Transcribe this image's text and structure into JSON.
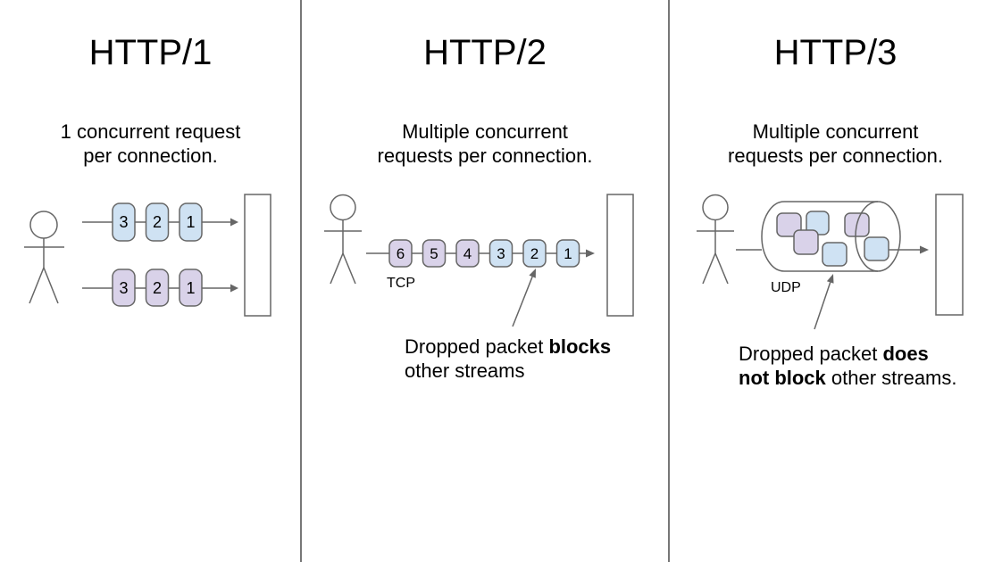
{
  "colors": {
    "packet_blue": "#cfe2f3",
    "packet_purple": "#d9d2e9",
    "line_gray": "#666666",
    "divider_gray": "#777777",
    "text_black": "#000000"
  },
  "columns": [
    {
      "title": "HTTP/1",
      "subtitle_line1": "1 concurrent request",
      "subtitle_line2": "per connection.",
      "rows": [
        {
          "color": "packet_blue",
          "packets": [
            "3",
            "2",
            "1"
          ]
        },
        {
          "color": "packet_purple",
          "packets": [
            "3",
            "2",
            "1"
          ]
        }
      ]
    },
    {
      "title": "HTTP/2",
      "subtitle_line1": "Multiple concurrent",
      "subtitle_line2": "requests per connection.",
      "protocol_label": "TCP",
      "packets": [
        {
          "label": "6",
          "color": "packet_purple"
        },
        {
          "label": "5",
          "color": "packet_purple"
        },
        {
          "label": "4",
          "color": "packet_purple"
        },
        {
          "label": "3",
          "color": "packet_blue"
        },
        {
          "label": "2",
          "color": "packet_blue"
        },
        {
          "label": "1",
          "color": "packet_blue"
        }
      ],
      "annotation": {
        "line1_normal": "Dropped packet ",
        "line1_bold": "blocks",
        "line2_normal": "other streams"
      }
    },
    {
      "title": "HTTP/3",
      "subtitle_line1": "Multiple concurrent",
      "subtitle_line2": "requests per connection.",
      "protocol_label": "UDP",
      "packets": [
        {
          "color": "packet_purple"
        },
        {
          "color": "packet_blue"
        },
        {
          "color": "packet_purple"
        },
        {
          "color": "packet_purple"
        },
        {
          "color": "packet_blue"
        },
        {
          "color": "packet_blue"
        }
      ],
      "annotation": {
        "line1_normal": "Dropped packet ",
        "line1_bold": "does",
        "line2_bold": "not block",
        "line2_normal": " other streams."
      }
    }
  ]
}
